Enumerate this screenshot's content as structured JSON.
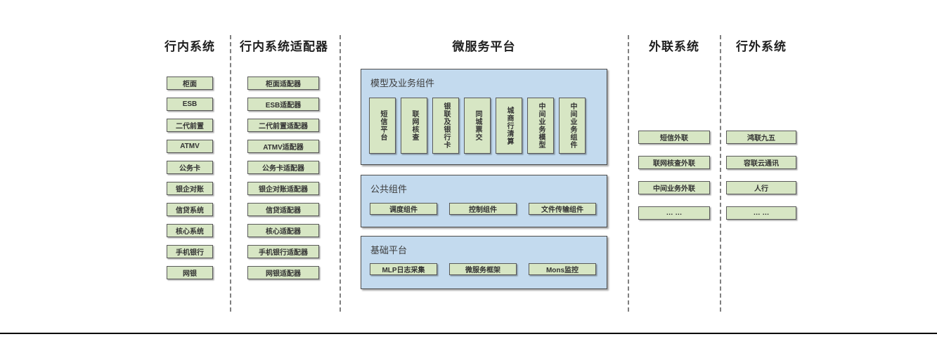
{
  "columns": [
    {
      "title": "行内系统",
      "items": [
        "柜面",
        "ESB",
        "二代前置",
        "ATMV",
        "公务卡",
        "银企对账",
        "信贷系统",
        "核心系统",
        "手机银行",
        "网银"
      ]
    },
    {
      "title": "行内系统适配器",
      "items": [
        "柜面适配器",
        "ESB适配器",
        "二代前置适配器",
        "ATMV适配器",
        "公务卡适配器",
        "银企对账适配器",
        "信贷适配器",
        "核心适配器",
        "手机银行适配器",
        "网银适配器"
      ]
    },
    {
      "title": "微服务平台",
      "panels": [
        {
          "label": "模型及业务组件",
          "items": [
            "短信平台",
            "联网核查",
            "银联及银行卡",
            "同城票交",
            "城商行清算",
            "中间业务模型",
            "中间业务组件"
          ]
        },
        {
          "label": "公共组件",
          "items": [
            "调度组件",
            "控制组件",
            "文件传输组件"
          ]
        },
        {
          "label": "基础平台",
          "items": [
            "MLP日志采集",
            "微服务框架",
            "Mons监控"
          ]
        }
      ]
    },
    {
      "title": "外联系统",
      "items": [
        "短信外联",
        "联网核查外联",
        "中间业务外联",
        "… …"
      ]
    },
    {
      "title": "行外系统",
      "items": [
        "鸿联九五",
        "容联云通讯",
        "人行",
        "… …"
      ]
    }
  ],
  "colors": {
    "node_fill": "#d7e6c4",
    "node_border": "#595959",
    "panel_fill": "#c3daee",
    "panel_border": "#4d4d4d",
    "divider": "#808080",
    "bottom_rule": "#000000"
  }
}
